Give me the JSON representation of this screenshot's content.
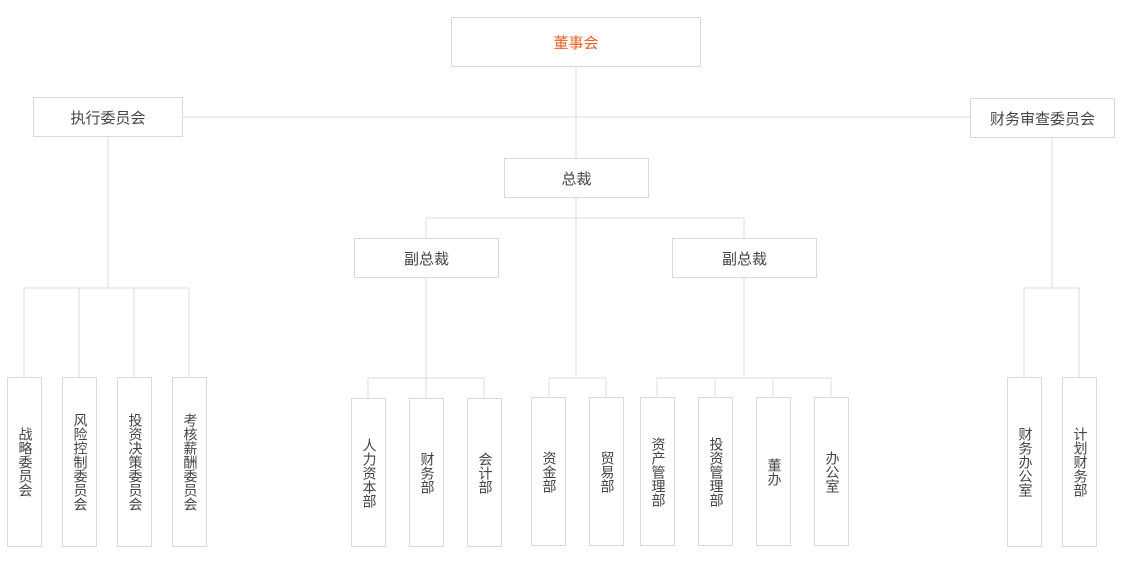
{
  "colors": {
    "border": "#d9d9d9",
    "line": "#dcdcdc",
    "text": "#444444",
    "accent": "#e8632a"
  },
  "nodes": {
    "board": "董事会",
    "executive_committee": "执行委员会",
    "finance_audit_committee": "财务审查委员会",
    "president": "总裁",
    "vp_left": "副总裁",
    "vp_right": "副总裁",
    "strategy_committee": "战略委员会",
    "risk_control_committee": "风险控制委员会",
    "investment_committee": "投资决策委员会",
    "compensation_committee": "考核薪酬委员会",
    "hr_dept": "人力资本部",
    "finance_dept": "财务部",
    "accounting_dept": "会计部",
    "treasury_dept": "资金部",
    "trade_dept": "贸易部",
    "asset_mgmt_dept": "资产管理部",
    "investment_mgmt_dept": "投资管理部",
    "board_office": "董办",
    "general_office": "办公室",
    "finance_office": "财务办公室",
    "planning_finance_dept": "计划财务部"
  }
}
